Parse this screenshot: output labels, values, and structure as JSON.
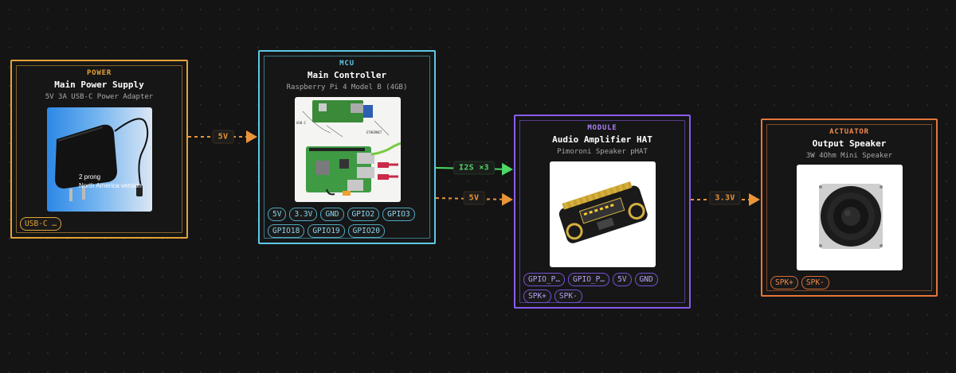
{
  "colors": {
    "power": "#e3a33a",
    "mcu": "#5fc8e6",
    "module": "#8a5cf0",
    "actuator": "#e5763a",
    "edge_power": "#e8953a",
    "edge_data": "#4cd964",
    "background": "#141414"
  },
  "nodes": {
    "power": {
      "category": "POWER",
      "title": "Main Power Supply",
      "subtitle": "5V 3A USB-C Power Adapter",
      "image_icon": "power-adapter-photo",
      "image_caption_1": "2 prong",
      "image_caption_2": "North America version",
      "pins": [
        "USB-C …"
      ]
    },
    "mcu": {
      "category": "MCU",
      "title": "Main Controller",
      "subtitle": "Raspberry Pi 4 Model B (4GB)",
      "image_icon": "raspberry-pi-board-photo",
      "pins": [
        "5V",
        "3.3V",
        "GND",
        "GPIO2",
        "GPIO3",
        "GPIO18",
        "GPIO19",
        "GPIO20"
      ]
    },
    "module": {
      "category": "MODULE",
      "title": "Audio Amplifier HAT",
      "subtitle": "Pimoroni Speaker pHAT",
      "image_icon": "speaker-phat-board-photo",
      "pins": [
        "GPIO_P…",
        "GPIO_P…",
        "5V",
        "GND",
        "SPK+",
        "SPK-"
      ]
    },
    "actuator": {
      "category": "ACTUATOR",
      "title": "Output Speaker",
      "subtitle": "3W 4Ohm Mini Speaker",
      "image_icon": "speaker-photo",
      "pins": [
        "SPK+",
        "SPK-"
      ]
    }
  },
  "edges": [
    {
      "from": "power",
      "to": "mcu",
      "label": "5V",
      "kind": "power"
    },
    {
      "from": "mcu",
      "to": "module",
      "label": "I2S ×3",
      "kind": "data"
    },
    {
      "from": "mcu",
      "to": "module",
      "label": "5V",
      "kind": "power"
    },
    {
      "from": "module",
      "to": "actuator",
      "label": "3.3V",
      "kind": "power"
    }
  ]
}
